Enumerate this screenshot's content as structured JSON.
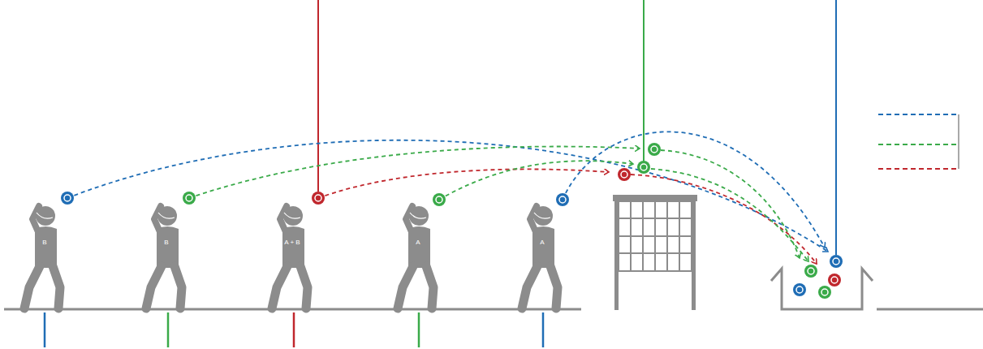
{
  "diagram": {
    "nodes": [
      {
        "text": [
          "B"
        ]
      },
      {
        "text": [
          "B"
        ]
      },
      {
        "text": [
          "A + B"
        ]
      },
      {
        "text": [
          "A"
        ]
      },
      {
        "text": [
          "A"
        ]
      }
    ]
  }
}
